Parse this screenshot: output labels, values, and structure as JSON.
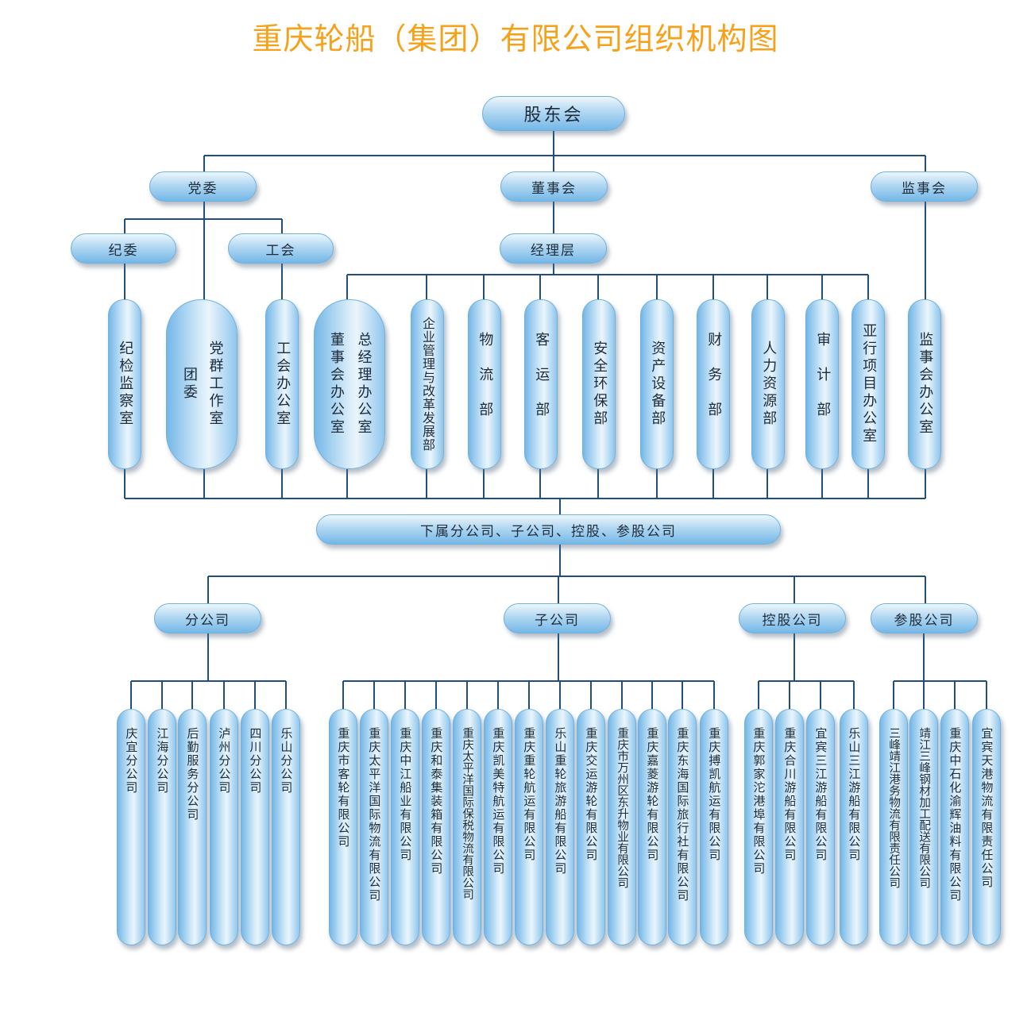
{
  "title": "重庆轮船（集团）有限公司组织机构图",
  "top": {
    "shareholders": "股东会",
    "party": "党委",
    "board": "董事会",
    "supervisors": "监事会",
    "discipline": "纪委",
    "union": "工会",
    "management": "经理层"
  },
  "depts": {
    "discipline_office": "纪检监察室",
    "party_office_a": "党群工作室",
    "party_office_b": "团委",
    "union_office": "工会办公室",
    "gm_office_a": "总经理办公室",
    "gm_office_b": "董事会办公室",
    "reform": "企业管理与改革发展部",
    "logistics": "物流部",
    "passenger": "客运部",
    "safety": "安全环保部",
    "assets": "资产设备部",
    "finance": "财务部",
    "hr": "人力资源部",
    "audit": "审计部",
    "asia": "亚行项目办公室",
    "supervisor_office": "监事会办公室"
  },
  "subsidiaries_bar": "下属分公司、子公司、控股、参股公司",
  "groups": {
    "branch": "分公司",
    "sub": "子公司",
    "holding": "控股公司",
    "share": "参股公司"
  },
  "branch_items": [
    "庆宜分公司",
    "江海分公司",
    "后勤服务分公司",
    "泸州分公司",
    "四川分公司",
    "乐山分公司"
  ],
  "sub_items": [
    "重庆市客轮有限公司",
    "重庆太平洋国际物流有限公司",
    "重庆中江船业有限公司",
    "重庆和泰集装箱有限公司",
    "重庆太平洋国际保税物流有限公司",
    "重庆凯美特航运有限公司",
    "重庆重轮航运有限公司",
    "乐山重轮旅游船有限公司",
    "重庆交运游轮有限公司",
    "重庆市万州区东升物业有限公司",
    "重庆嘉菱游轮有限公司",
    "重庆东海国际旅行社有限公司",
    "重庆搏凯航运有限公司"
  ],
  "holding_items": [
    "重庆郭家沱港埠有限公司",
    "重庆合川游船有限公司",
    "宜宾三江游船有限公司",
    "乐山三江游船有限公司"
  ],
  "share_items": [
    "三峰靖江港务物流有限责任公司",
    "靖江三峰钢材加工配送有限公司",
    "重庆中石化渝辉油料有限公司",
    "宜宾天港物流有限责任公司"
  ]
}
